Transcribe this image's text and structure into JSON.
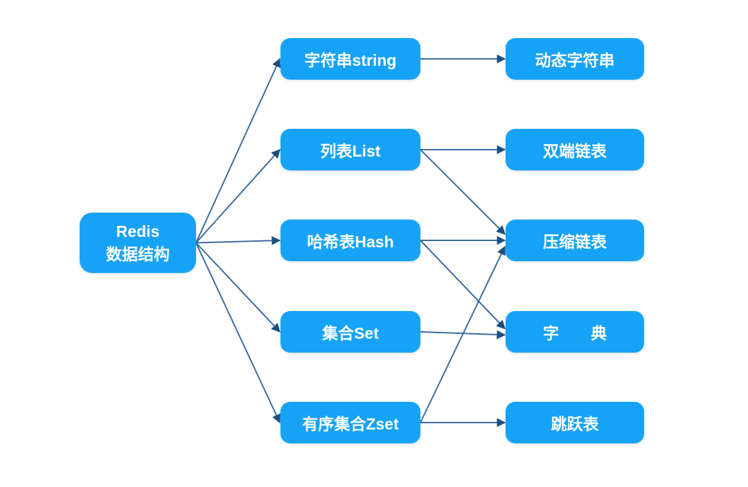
{
  "colors": {
    "node_fill": "#16a3f7",
    "node_text": "#ffffff",
    "edge_stroke": "#3a6b9e",
    "arrowhead_fill": "#1c4f7f",
    "background": "#ffffff"
  },
  "nodes": {
    "redis": {
      "label": "Redis\n数据结构"
    },
    "string": {
      "label": "字符串string"
    },
    "list": {
      "label": "列表List"
    },
    "hash": {
      "label": "哈希表Hash"
    },
    "set": {
      "label": "集合Set"
    },
    "zset": {
      "label": "有序集合Zset"
    },
    "sds": {
      "label": "动态字符串"
    },
    "linkedlist": {
      "label": "双端链表"
    },
    "ziplist": {
      "label": "压缩链表"
    },
    "dict": {
      "label": "字　　典"
    },
    "skiplist": {
      "label": "跳跃表"
    }
  },
  "edges": [
    {
      "from": "redis",
      "to": "string"
    },
    {
      "from": "redis",
      "to": "list"
    },
    {
      "from": "redis",
      "to": "hash"
    },
    {
      "from": "redis",
      "to": "set"
    },
    {
      "from": "redis",
      "to": "zset"
    },
    {
      "from": "string",
      "to": "sds"
    },
    {
      "from": "list",
      "to": "linkedlist"
    },
    {
      "from": "list",
      "to": "ziplist"
    },
    {
      "from": "hash",
      "to": "ziplist"
    },
    {
      "from": "hash",
      "to": "dict"
    },
    {
      "from": "set",
      "to": "dict"
    },
    {
      "from": "zset",
      "to": "ziplist"
    },
    {
      "from": "zset",
      "to": "skiplist"
    }
  ]
}
